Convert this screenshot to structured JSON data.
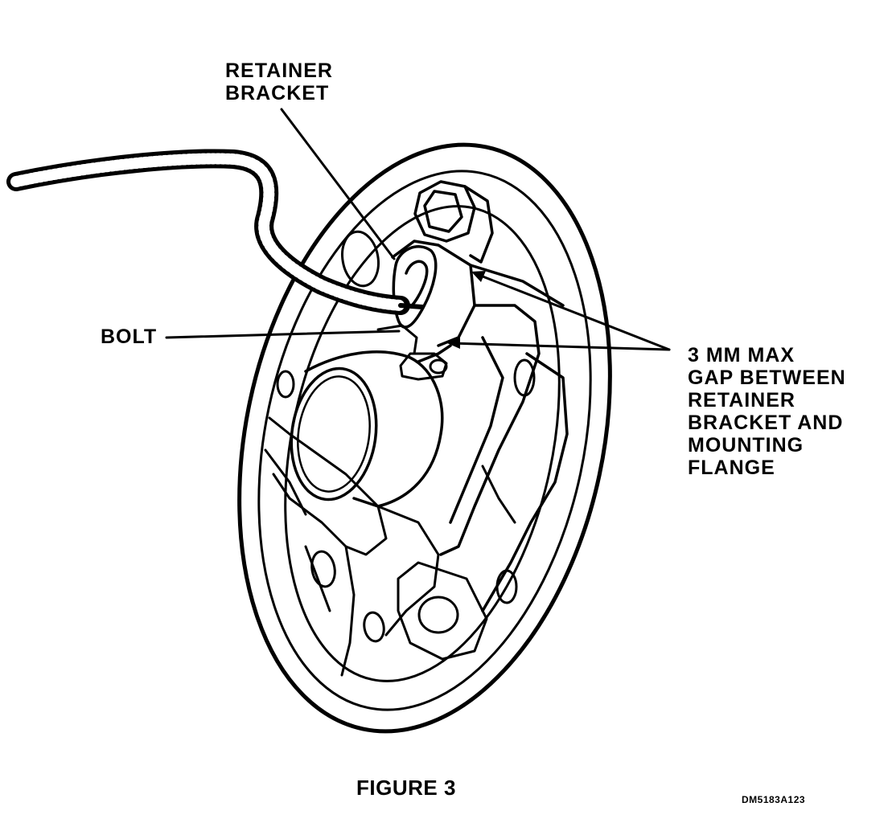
{
  "labels": {
    "retainer_bracket": [
      "RETAINER",
      "BRACKET"
    ],
    "bolt": "BOLT",
    "gap": [
      "3 MM MAX",
      "GAP BETWEEN",
      "RETAINER",
      "BRACKET AND",
      "MOUNTING",
      "FLANGE"
    ]
  },
  "caption": "FIGURE 3",
  "drawing_code": "DM5183A123"
}
